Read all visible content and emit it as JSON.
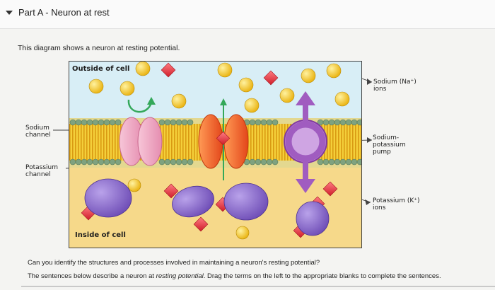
{
  "part": {
    "title": "Part A - Neuron at rest"
  },
  "description": "This diagram shows a neuron at resting potential.",
  "diagram": {
    "outside_label": "Outside of cell",
    "inside_label": "Inside of cell",
    "labels": {
      "sodium_ions": "Sodium (Na⁺) ions",
      "sodium_ions_line1": "Sodium (Na⁺)",
      "sodium_ions_line2": "ions",
      "sodium_channel_line1": "Sodium",
      "sodium_channel_line2": "channel",
      "potassium_channel_line1": "Potassium",
      "potassium_channel_line2": "channel",
      "pump_line1": "Sodium-",
      "pump_line2": "potassium",
      "pump_line3": "pump",
      "potassium_ions_line1": "Potassium (K⁺)",
      "potassium_ions_line2": "ions"
    },
    "colors": {
      "outside": "#d8eef6",
      "inside": "#f6d98a",
      "sodium_ion": "#f3c21b",
      "potassium_ion": "#e8323c",
      "large_anion": "#8d6bd0",
      "sodium_channel": "#f0a4c0",
      "potassium_channel": "#ef5a22",
      "pump": "#a05cc0",
      "arrow": "#34a85a"
    }
  },
  "question": "Can you identify the structures and processes involved in maintaining a neuron's resting potential?",
  "instruction": {
    "part1": "The sentences below describe a neuron at ",
    "emph": "resting potential",
    "part2": ". Drag the terms on the left to the appropriate blanks to complete the sentences."
  }
}
